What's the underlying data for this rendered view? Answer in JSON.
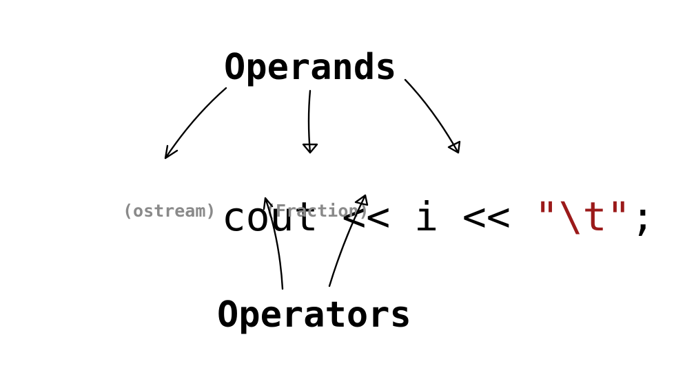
{
  "labels": {
    "operands": "Operands",
    "operators": "Operators"
  },
  "code": {
    "object": "cout",
    "operator_1": "<<",
    "variable": "i",
    "operator_2": "<<",
    "string_literal": "\"\\t\"",
    "terminator": ";"
  },
  "annotations": {
    "object_type": "(ostream)",
    "variable_type": "(Fraction)"
  },
  "colors": {
    "text": "#000000",
    "string_literal": "#9b1a1a",
    "annotation": "#8a8a8a",
    "background": "#ffffff"
  }
}
